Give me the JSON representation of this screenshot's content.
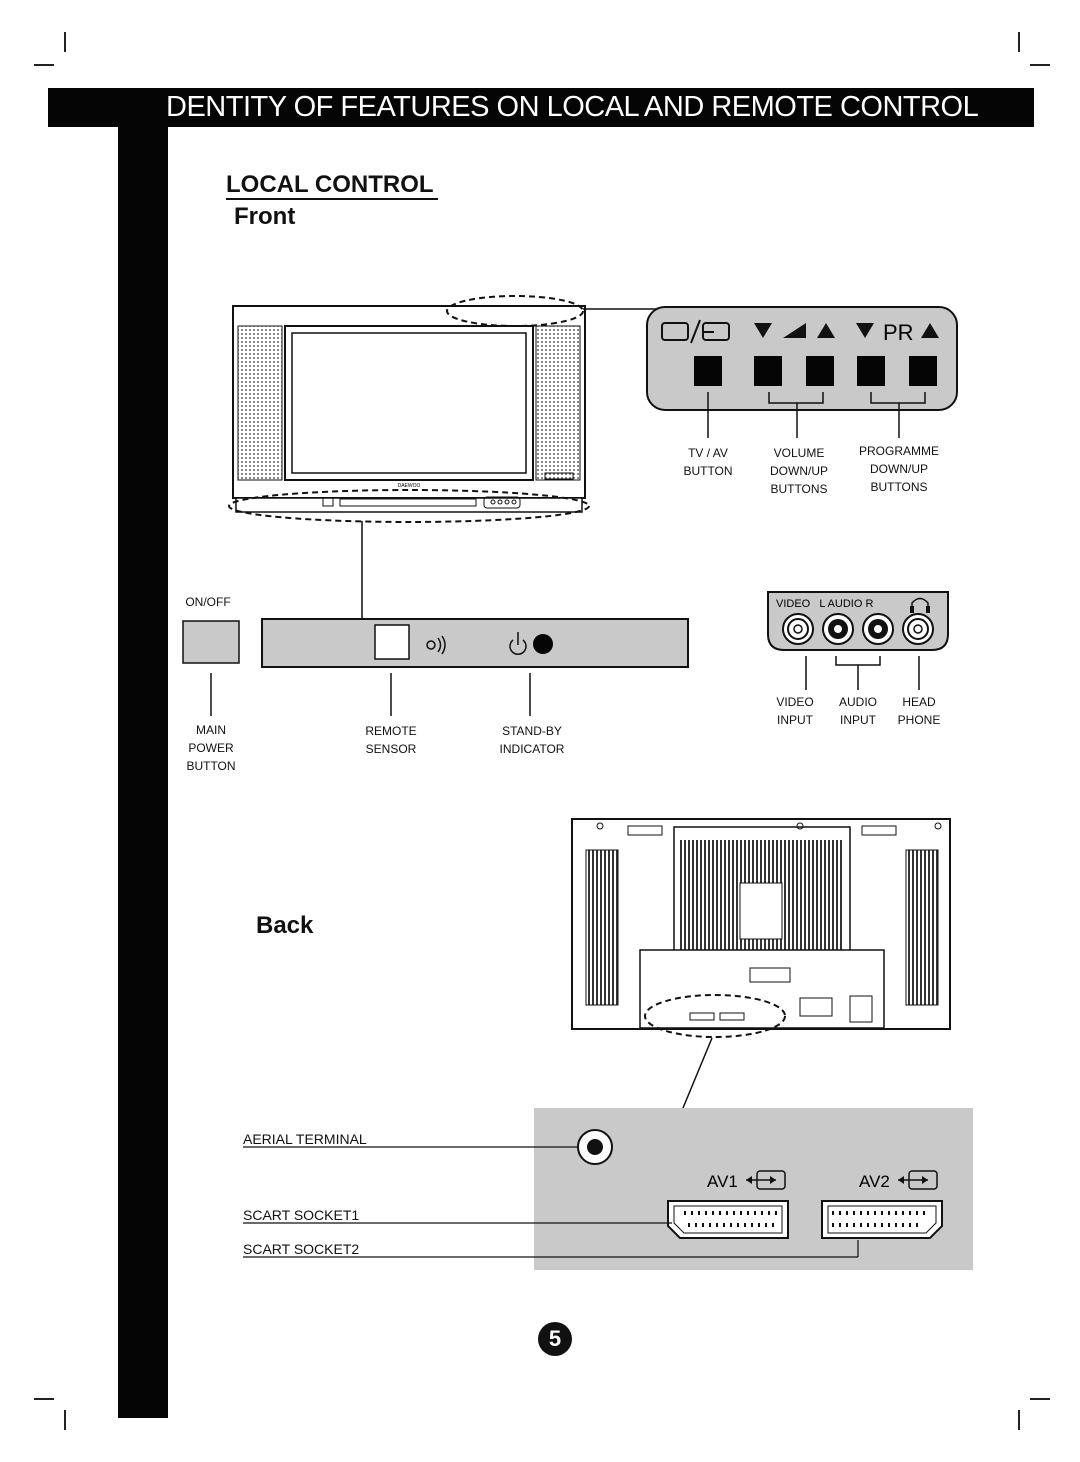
{
  "header": {
    "title": "DENTITY OF FEATURES ON LOCAL AND REMOTE CONTROL"
  },
  "local_control": {
    "heading": "LOCAL CONTROL",
    "front_label": "Front",
    "back_label": "Back"
  },
  "tv_front": {
    "brand": "DAEWOO"
  },
  "button_panel": {
    "icons": [
      "tv-av-icon",
      "volume-down-icon",
      "volume-ramp-icon",
      "volume-up-icon",
      "programme-down-icon",
      "programme-up-icon"
    ],
    "pr_text": "PR",
    "labels": {
      "tv_av": [
        "TV / AV",
        "BUTTON"
      ],
      "volume": [
        "VOLUME",
        "DOWN/UP",
        "BUTTONS"
      ],
      "programme": [
        "PROGRAMME",
        "DOWN/UP",
        "BUTTONS"
      ]
    }
  },
  "power_panel": {
    "on_off": "ON/OFF",
    "labels": {
      "main_power": [
        "MAIN",
        "POWER",
        "BUTTON"
      ],
      "remote_sensor": [
        "REMOTE",
        "SENSOR"
      ],
      "standby": [
        "STAND-BY",
        "INDICATOR"
      ]
    }
  },
  "av_panel": {
    "top_label": "VIDEO   L AUDIO R",
    "labels": {
      "video": [
        "VIDEO",
        "INPUT"
      ],
      "audio": [
        "AUDIO",
        "INPUT"
      ],
      "head": [
        "HEAD",
        "PHONE"
      ]
    }
  },
  "back_panel": {
    "aerial": "AERIAL TERMINAL",
    "scart1": "SCART SOCKET1",
    "scart2": "SCART SOCKET2",
    "av1": "AV1",
    "av2": "AV2"
  },
  "page": {
    "number": "5"
  }
}
